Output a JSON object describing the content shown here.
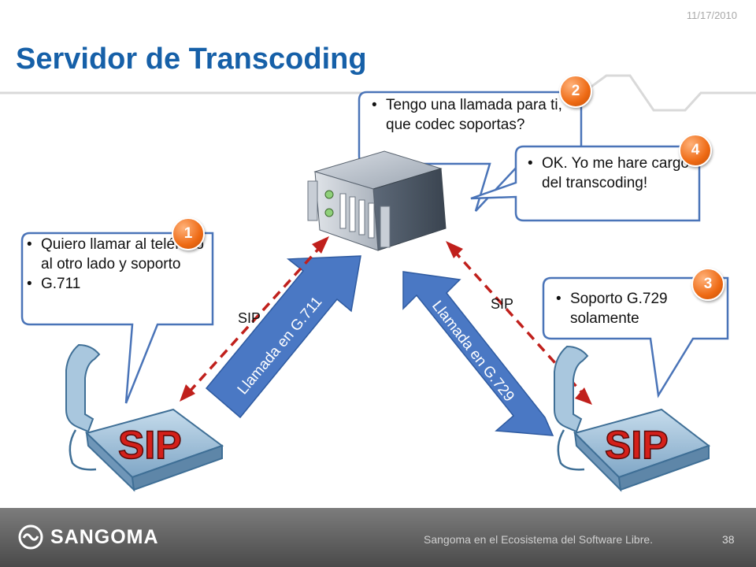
{
  "header": {
    "date": "11/17/2010",
    "title": "Servidor de Transcoding"
  },
  "callouts": {
    "c1": {
      "badge": "1",
      "items": [
        "Quiero llamar al teléfono al otro lado y soporto",
        " G.711"
      ]
    },
    "c2": {
      "badge": "2",
      "items": [
        "Tengo una llamada para ti, que codec soportas?"
      ]
    },
    "c3": {
      "badge": "3",
      "items": [
        "Soporto G.729 solamente"
      ]
    },
    "c4": {
      "badge": "4",
      "items": [
        "OK. Yo me hare cargo del transcoding!"
      ]
    }
  },
  "links": {
    "left_sip": "SIP",
    "right_sip": "SIP",
    "left_call": "Llamada en G.711",
    "right_call": "Llamada en G.729"
  },
  "phones": {
    "left_label": "SIP",
    "right_label": "SIP"
  },
  "footer": {
    "logo": "SANGOMA",
    "text": "Sangoma en el Ecosistema del Software Libre.",
    "page": "38"
  },
  "colors": {
    "title": "#1660a8",
    "callout_border": "#4a74b8",
    "badge": "#ee6a14",
    "sip_arrow": "#c0201c",
    "call_arrow": "#4a78c4",
    "phone_sip": "#d4201a"
  }
}
